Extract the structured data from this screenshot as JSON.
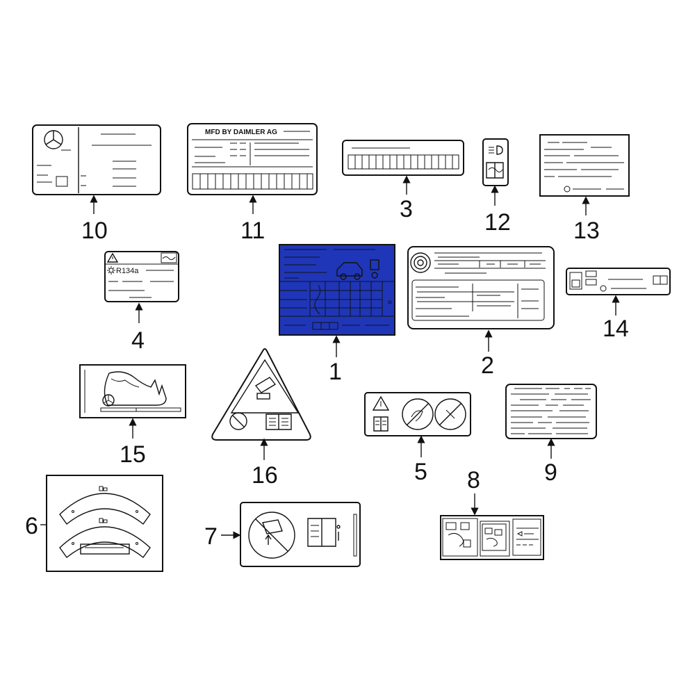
{
  "colors": {
    "highlight": "#2036b8",
    "ink": "#111111",
    "background": "#ffffff"
  },
  "labels": {
    "mfd_text": "MFD BY DAIMLER AG",
    "refrigerant_text": "R134a"
  },
  "callouts": [
    "1",
    "2",
    "3",
    "4",
    "5",
    "6",
    "7",
    "8",
    "9",
    "10",
    "11",
    "12",
    "13",
    "14",
    "15",
    "16"
  ],
  "icons": [
    "mercedes-star-icon",
    "warning-triangle-icon",
    "manual-book-icon",
    "battery-icon",
    "info-icon",
    "no-symbol-icon",
    "headlight-icon",
    "sun-icon"
  ]
}
